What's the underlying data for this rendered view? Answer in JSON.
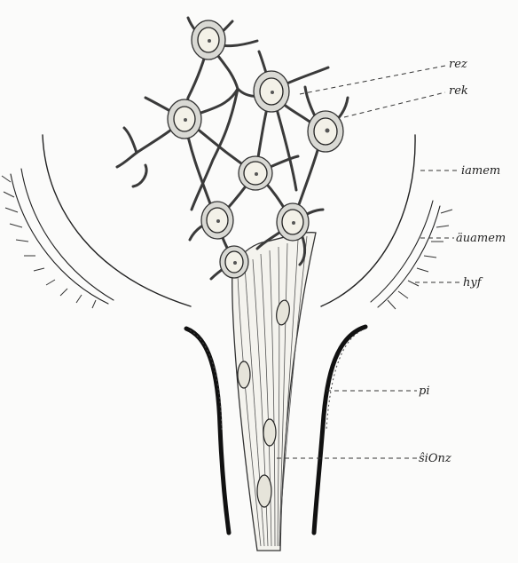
{
  "labels": {
    "rez": "rez",
    "rek": "rek",
    "iamem": "iamem",
    "auamem": "äuamem",
    "hyf": "hyf",
    "pi": "pi",
    "siOnz": "ŝiOnz"
  },
  "colors": {
    "ink": "#222222",
    "cell_fill": "#d9d9d4",
    "background": "#fbfbfa"
  }
}
